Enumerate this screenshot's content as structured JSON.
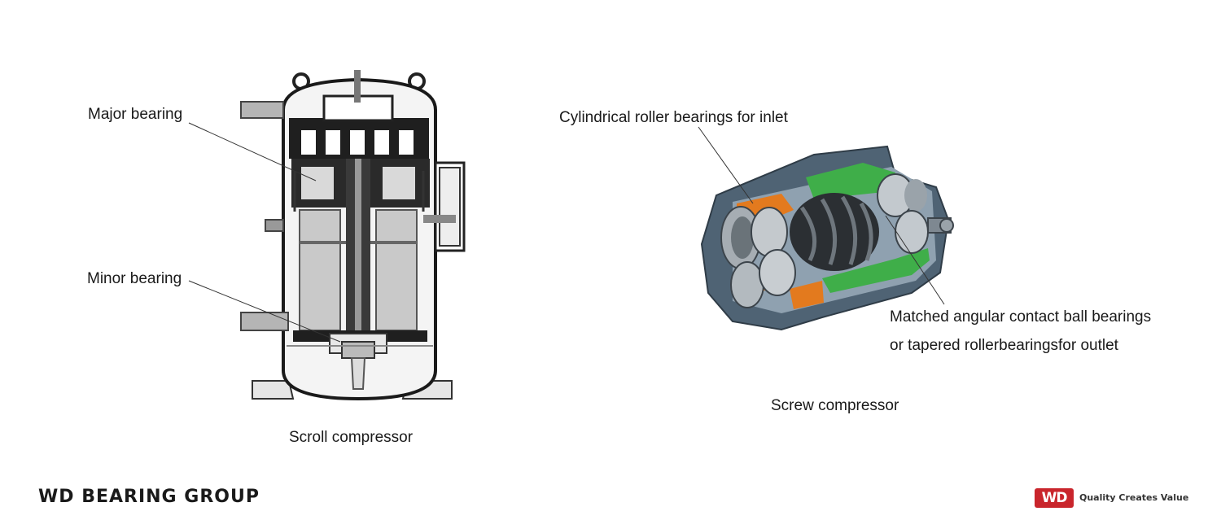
{
  "scroll": {
    "major_bearing": "Major bearing",
    "minor_bearing": "Minor bearing",
    "caption": "Scroll compressor"
  },
  "screw": {
    "inlet_label": "Cylindrical roller bearings for inlet",
    "outlet_label_line1": "Matched angular contact ball bearings",
    "outlet_label_line2": "or tapered rollerbearingsfor outlet",
    "caption": "Screw compressor"
  },
  "footer": {
    "brand": "WD BEARING GROUP",
    "logo": "WD",
    "slogan": "Quality Creates Value"
  },
  "colors": {
    "brand_red": "#c9252c",
    "casing_green": "#3fae49",
    "bearing_orange": "#e37a1e",
    "housing_blue": "#5b6f80"
  }
}
